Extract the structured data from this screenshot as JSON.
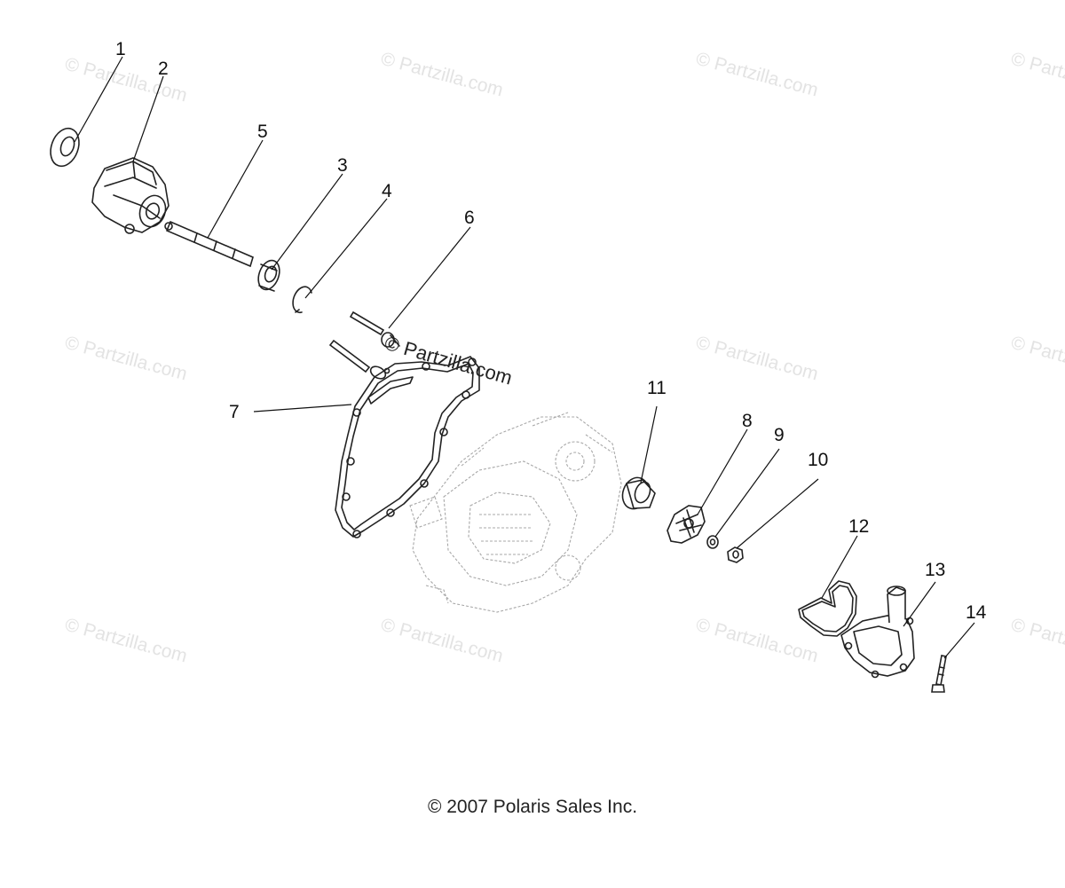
{
  "callouts": {
    "c1": "1",
    "c2": "2",
    "c3": "3",
    "c4": "4",
    "c5": "5",
    "c6": "6",
    "c7": "7",
    "c8": "8",
    "c9": "9",
    "c10": "10",
    "c11": "11",
    "c12": "12",
    "c13": "13",
    "c14": "14"
  },
  "watermark": "© Partzilla.com",
  "copyright": "© 2007 Polaris Sales Inc."
}
